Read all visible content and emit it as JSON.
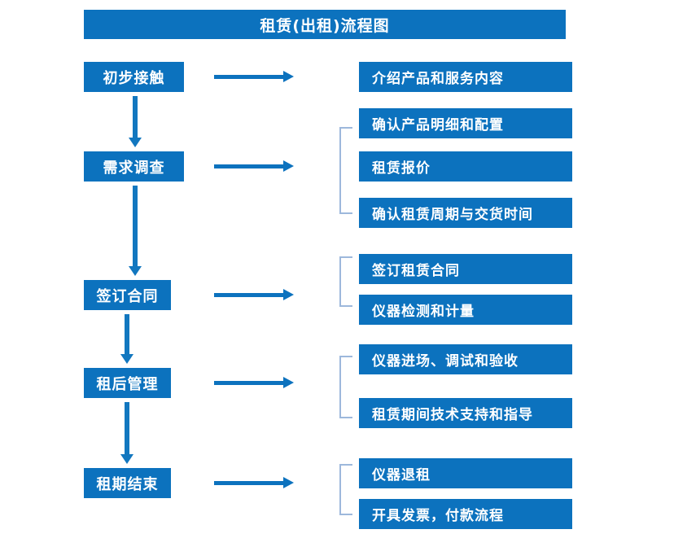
{
  "diagram": {
    "title": "租赁(出租)流程图",
    "colors": {
      "primary_blue": "#0C72BE",
      "arrow_blue": "#1277BF",
      "bracket_gray_blue": "#9DB8DC",
      "text_white": "#FFFFFF",
      "background": "#FFFFFF"
    },
    "stages": [
      {
        "label": "初步接触"
      },
      {
        "label": "需求调查"
      },
      {
        "label": "签订合同"
      },
      {
        "label": "租后管理"
      },
      {
        "label": "租期结束"
      }
    ],
    "details": [
      {
        "label": "介绍产品和服务内容",
        "stage": "初步接触"
      },
      {
        "label": "确认产品明细和配置",
        "stage": "需求调查"
      },
      {
        "label": "租赁报价",
        "stage": "需求调查"
      },
      {
        "label": "确认租赁周期与交货时间",
        "stage": "需求调查"
      },
      {
        "label": "签订租赁合同",
        "stage": "签订合同"
      },
      {
        "label": "仪器检测和计量",
        "stage": "签订合同"
      },
      {
        "label": "仪器进场、调试和验收",
        "stage": "租后管理"
      },
      {
        "label": "租赁期间技术支持和指导",
        "stage": "租后管理"
      },
      {
        "label": "仪器退租",
        "stage": "租期结束"
      },
      {
        "label": "开具发票，付款流程",
        "stage": "租期结束"
      }
    ],
    "flow_connectors": [
      {
        "from": "初步接触",
        "to": "需求调查",
        "direction": "down"
      },
      {
        "from": "需求调查",
        "to": "签订合同",
        "direction": "down"
      },
      {
        "from": "签订合同",
        "to": "租后管理",
        "direction": "down"
      },
      {
        "from": "租后管理",
        "to": "租期结束",
        "direction": "down"
      }
    ],
    "stage_to_detail_arrows": [
      {
        "stage": "初步接触",
        "direction": "right"
      },
      {
        "stage": "需求调查",
        "direction": "right"
      },
      {
        "stage": "签订合同",
        "direction": "right"
      },
      {
        "stage": "租后管理",
        "direction": "right"
      },
      {
        "stage": "租期结束",
        "direction": "right"
      }
    ],
    "group_brackets": [
      {
        "groups": [
          "确认产品明细和配置",
          "租赁报价",
          "确认租赁周期与交货时间"
        ]
      },
      {
        "groups": [
          "签订租赁合同",
          "仪器检测和计量"
        ]
      },
      {
        "groups": [
          "仪器进场、调试和验收",
          "租赁期间技术支持和指导"
        ]
      },
      {
        "groups": [
          "仪器退租",
          "开具发票，付款流程"
        ]
      }
    ]
  }
}
